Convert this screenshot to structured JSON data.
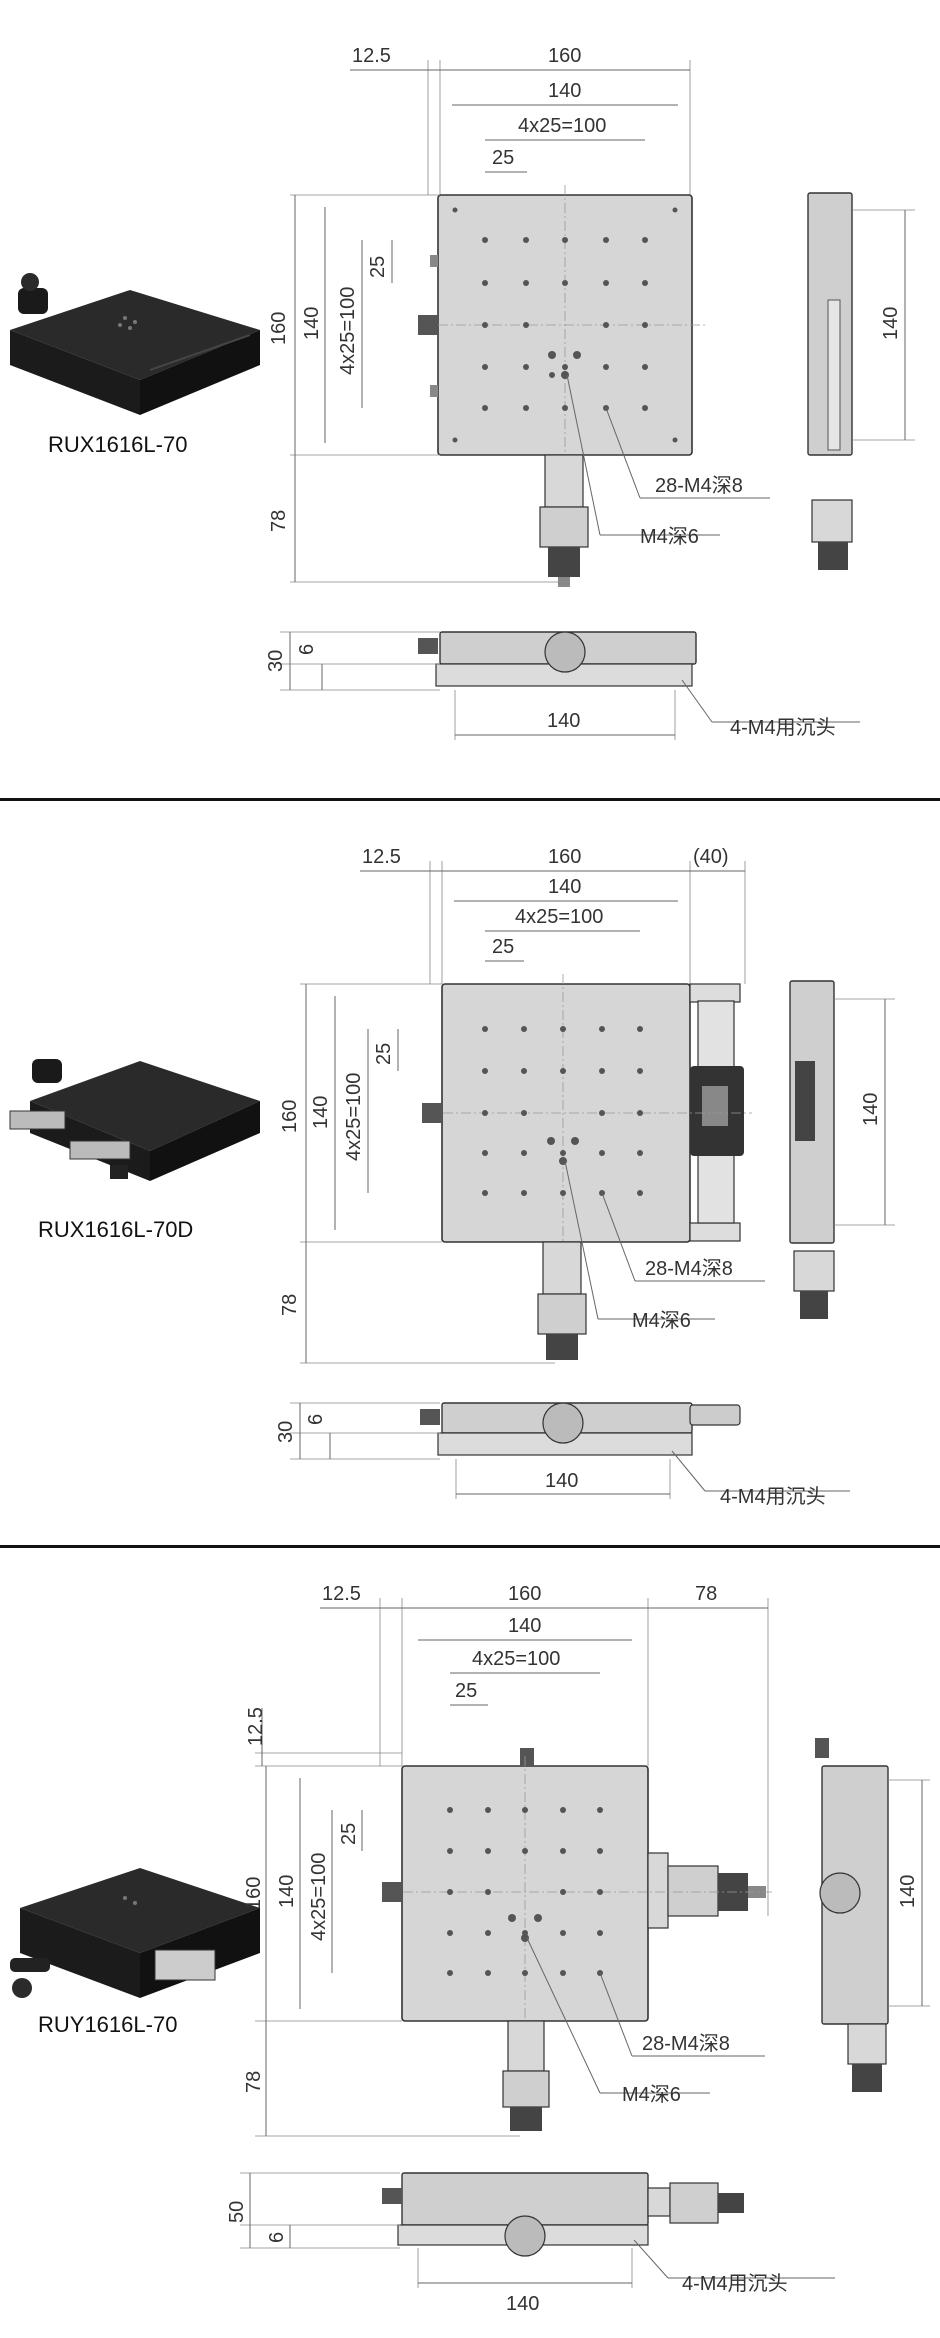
{
  "sections": [
    {
      "model": "RUX1616L-70",
      "dims": {
        "d12_5": "12.5",
        "d160": "160",
        "d140": "140",
        "d4x25": "4x25=100",
        "d25": "25",
        "v160": "160",
        "v140": "140",
        "v4x25": "4x25=100",
        "v25": "25",
        "v78": "78",
        "side140": "140",
        "h30": "30",
        "h6": "6",
        "bottom140": "140"
      },
      "callouts": {
        "holes": "28-M4深8",
        "center": "M4深6",
        "mount": "4-M4用沉头"
      }
    },
    {
      "model": "RUX1616L-70D",
      "dims": {
        "d12_5": "12.5",
        "d160": "160",
        "d40": "(40)",
        "d140": "140",
        "d4x25": "4x25=100",
        "d25": "25",
        "v160": "160",
        "v140": "140",
        "v4x25": "4x25=100",
        "v25": "25",
        "v78": "78",
        "side140": "140",
        "h30": "30",
        "h6": "6",
        "bottom140": "140"
      },
      "callouts": {
        "holes": "28-M4深8",
        "center": "M4深6",
        "mount": "4-M4用沉头"
      }
    },
    {
      "model": "RUY1616L-70",
      "dims": {
        "d12_5": "12.5",
        "d160": "160",
        "d78": "78",
        "d140": "140",
        "d4x25": "4x25=100",
        "d25": "25",
        "v12_5": "12.5",
        "v160": "160",
        "v140": "140",
        "v4x25": "4x25=100",
        "v25": "25",
        "v78": "78",
        "side140": "140",
        "h50": "50",
        "h6": "6",
        "bottom140": "140"
      },
      "callouts": {
        "holes": "28-M4深8",
        "center": "M4深6",
        "mount": "4-M4用沉头"
      }
    }
  ]
}
